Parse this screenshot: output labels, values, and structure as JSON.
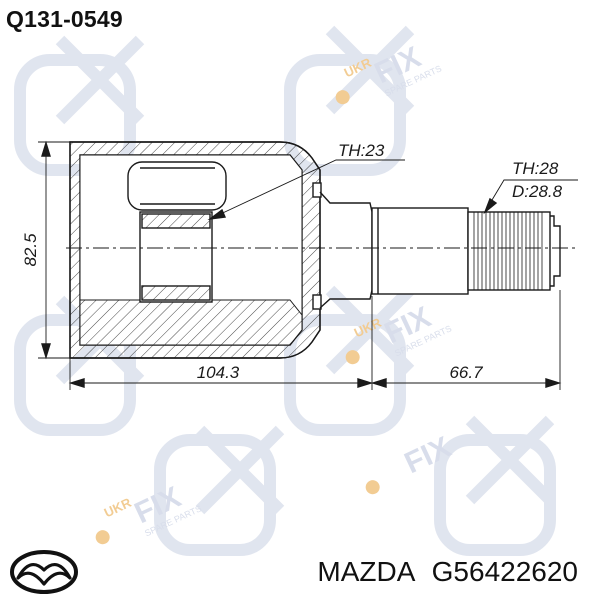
{
  "header": {
    "part_number": "Q131-0549"
  },
  "footer": {
    "make": "MAZDA",
    "oem_number": "G56422620"
  },
  "watermark": {
    "brand_top": "UKR",
    "brand_main": "FIX",
    "brand_sub": "SPARE PARTS"
  },
  "dimensions": {
    "height_label": "82.5",
    "housing_length_label": "104.3",
    "shaft_length_label": "66.7",
    "inner_spline_label": "TH:23",
    "outer_spline_label": "TH:28",
    "outer_diameter_label": "D:28.8"
  },
  "colors": {
    "line": "#1a1a1a",
    "watermark": "#cfd6e6",
    "accent": "#e8a33b"
  }
}
